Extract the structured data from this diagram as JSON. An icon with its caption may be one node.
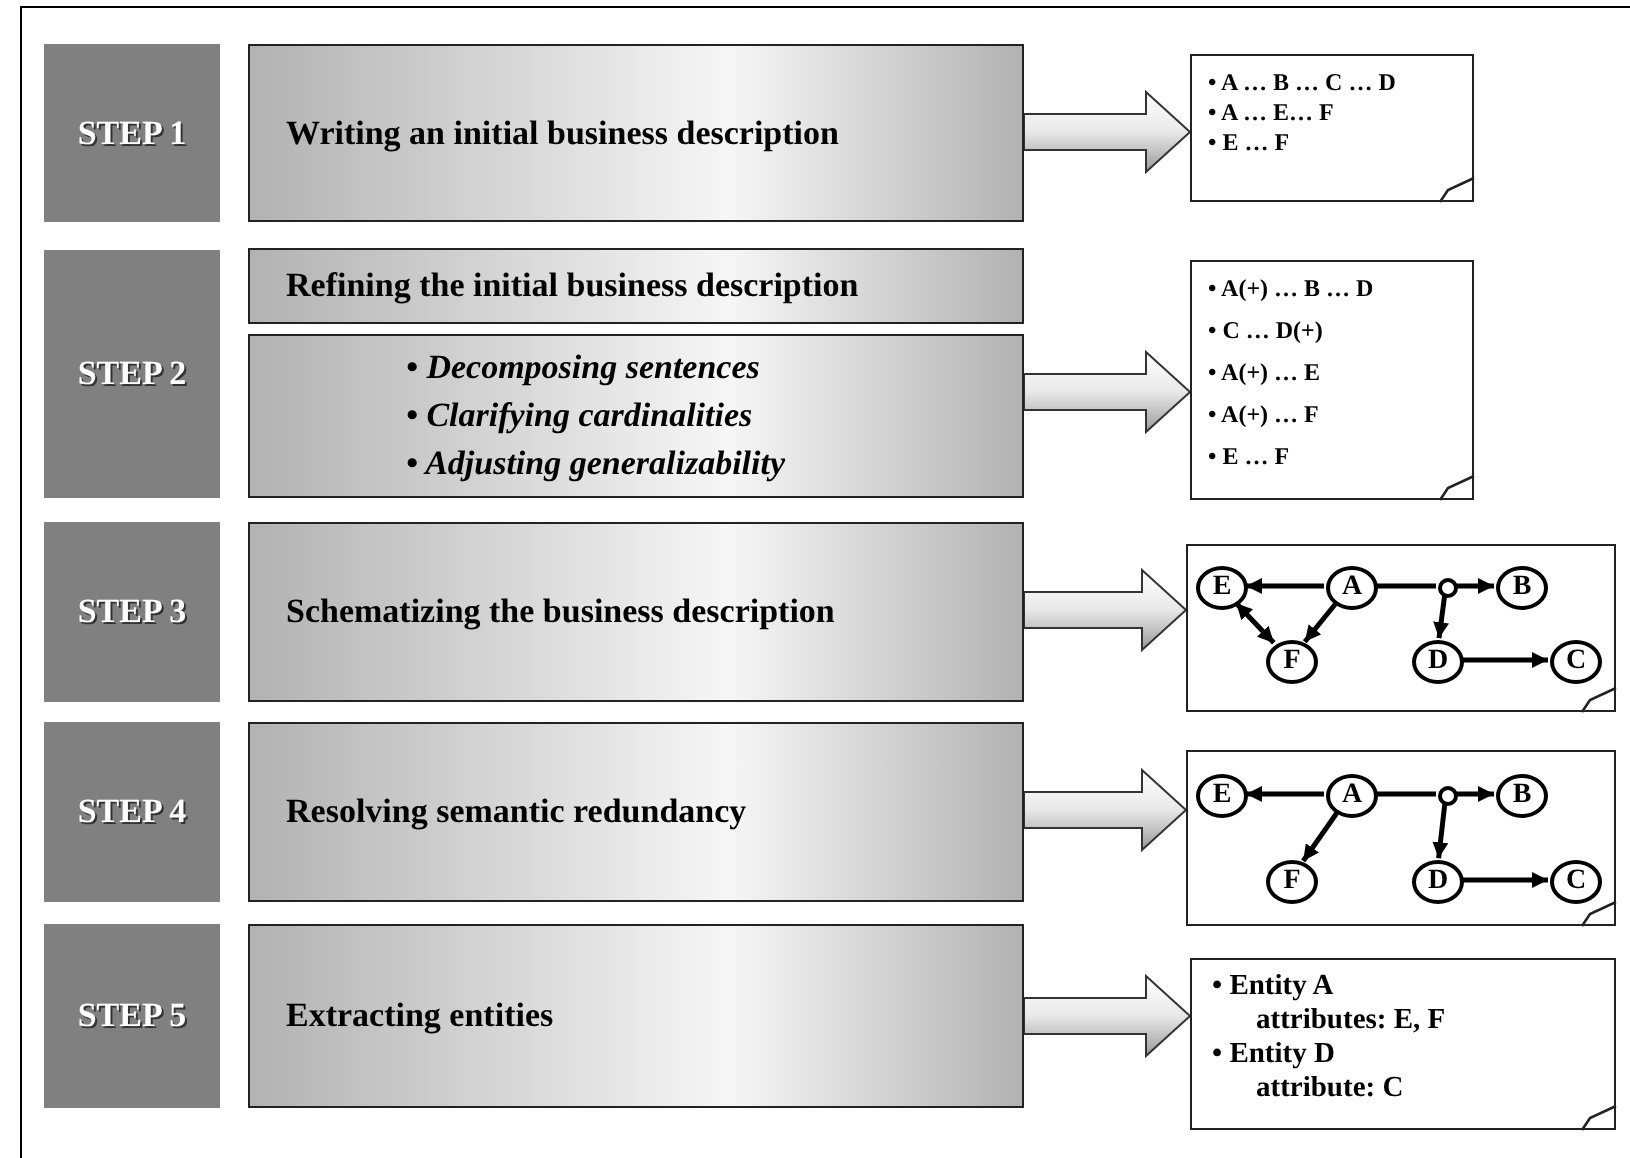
{
  "diagram": {
    "nodes": [
      {
        "text": [
          "STEP 1"
        ]
      },
      {
        "text": [
          "Writing an initial business description"
        ]
      },
      {
        "text": [
          "• A … B … C … D",
          "• A … E… F",
          "• E … F"
        ]
      },
      {
        "text": [
          "STEP 2"
        ]
      },
      {
        "text": [
          "Refining the initial business description"
        ]
      },
      {
        "text": [
          "• Decomposing sentences",
          "• Clarifying cardinalities",
          "• Adjusting generalizability"
        ]
      },
      {
        "text": [
          "• A(+) … B … D",
          "• C … D(+)",
          "• A(+) … E",
          "• A(+) … F",
          "• E … F"
        ]
      },
      {
        "text": [
          "STEP 3"
        ]
      },
      {
        "text": [
          "Schematizing the business description"
        ]
      },
      {
        "text": [],
        "shape": "box"
      },
      {
        "text": [
          "E"
        ],
        "in": 9
      },
      {
        "text": [
          "A"
        ],
        "in": 9
      },
      {
        "text": [],
        "shape": "circle",
        "in": 9
      },
      {
        "text": [
          "B"
        ],
        "in": 9
      },
      {
        "text": [
          "F"
        ],
        "in": 9
      },
      {
        "text": [
          "D"
        ],
        "in": 9
      },
      {
        "text": [
          "C"
        ],
        "in": 9
      },
      {
        "text": [
          "STEP 4"
        ]
      },
      {
        "text": [
          "Resolving semantic redundancy"
        ]
      },
      {
        "text": [],
        "shape": "box"
      },
      {
        "text": [
          "E"
        ],
        "in": 19
      },
      {
        "text": [
          "A"
        ],
        "in": 19
      },
      {
        "text": [],
        "shape": "circle",
        "in": 19
      },
      {
        "text": [
          "B"
        ],
        "in": 19
      },
      {
        "text": [
          "F"
        ],
        "in": 19
      },
      {
        "text": [
          "D"
        ],
        "in": 19
      },
      {
        "text": [
          "C"
        ],
        "in": 19
      },
      {
        "text": [
          "STEP 5"
        ]
      },
      {
        "text": [
          "Extracting entities"
        ]
      },
      {
        "text": [
          "• Entity A",
          "attributes: E, F",
          "• Entity D",
          "attribute: C"
        ]
      }
    ],
    "edges": [
      {
        "from": 1,
        "to": 2,
        "arrow": "to",
        "style": "thick"
      },
      {
        "from": 5,
        "to": 6,
        "arrow": "to",
        "style": "thick"
      },
      {
        "from": 8,
        "to": 9,
        "arrow": "to",
        "style": "thick"
      },
      {
        "from": 11,
        "to": 10,
        "arrow": "to"
      },
      {
        "from": 10,
        "to": 14,
        "arrow": "both"
      },
      {
        "from": 11,
        "to": 14,
        "arrow": "to"
      },
      {
        "from": 11,
        "to": 12,
        "arrow": "none"
      },
      {
        "from": 12,
        "to": 13,
        "arrow": "to"
      },
      {
        "from": 12,
        "to": 15,
        "arrow": "to"
      },
      {
        "from": 15,
        "to": 16,
        "arrow": "to"
      },
      {
        "from": 18,
        "to": 19,
        "arrow": "to",
        "style": "thick"
      },
      {
        "from": 21,
        "to": 20,
        "arrow": "to"
      },
      {
        "from": 21,
        "to": 24,
        "arrow": "to"
      },
      {
        "from": 21,
        "to": 22,
        "arrow": "none"
      },
      {
        "from": 22,
        "to": 23,
        "arrow": "to"
      },
      {
        "from": 22,
        "to": 25,
        "arrow": "to"
      },
      {
        "from": 25,
        "to": 26,
        "arrow": "to"
      },
      {
        "from": 28,
        "to": 29,
        "arrow": "to",
        "style": "thick"
      }
    ]
  }
}
